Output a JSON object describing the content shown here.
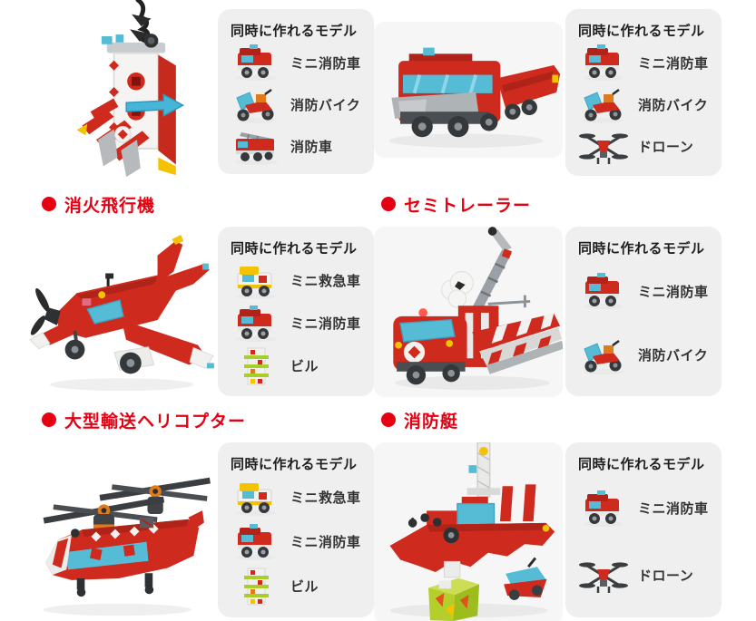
{
  "palette": {
    "accent_red": "#e60012",
    "box_background": "#efefef",
    "dot_color": "#c9c9c9",
    "model_red": "#cf2a1e",
    "model_blue": "#56bcd6"
  },
  "box_title": "同時に作れるモデル",
  "sections": [
    {
      "title": "",
      "model": "fire-station-tower",
      "items": [
        {
          "icon": "mini-fire-truck",
          "label": "ミニ消防車"
        },
        {
          "icon": "fire-bike",
          "label": "消防バイク"
        },
        {
          "icon": "fire-truck",
          "label": "消防車"
        }
      ]
    },
    {
      "title": "",
      "model": "fire-truck-trailer",
      "items": [
        {
          "icon": "mini-fire-truck",
          "label": "ミニ消防車"
        },
        {
          "icon": "fire-bike",
          "label": "消防バイク"
        },
        {
          "icon": "drone",
          "label": "ドローン"
        }
      ]
    },
    {
      "title": "消火飛行機",
      "model": "fire-airplane",
      "items": [
        {
          "icon": "mini-ambulance",
          "label": "ミニ救急車"
        },
        {
          "icon": "mini-fire-truck",
          "label": "ミニ消防車"
        },
        {
          "icon": "building",
          "label": "ビル"
        }
      ]
    },
    {
      "title": "セミトレーラー",
      "model": "semi-trailer-crane-truck",
      "items": [
        {
          "icon": "mini-fire-truck",
          "label": "ミニ消防車"
        },
        {
          "icon": "fire-bike",
          "label": "消防バイク"
        }
      ]
    },
    {
      "title": "大型輸送ヘリコプター",
      "model": "transport-helicopter",
      "items": [
        {
          "icon": "mini-ambulance",
          "label": "ミニ救急車"
        },
        {
          "icon": "mini-fire-truck",
          "label": "ミニ消防車"
        },
        {
          "icon": "building",
          "label": "ビル"
        }
      ]
    },
    {
      "title": "消防艇",
      "model": "fire-boat",
      "items": [
        {
          "icon": "mini-fire-truck",
          "label": "ミニ消防車"
        },
        {
          "icon": "drone",
          "label": "ドローン"
        }
      ]
    }
  ]
}
